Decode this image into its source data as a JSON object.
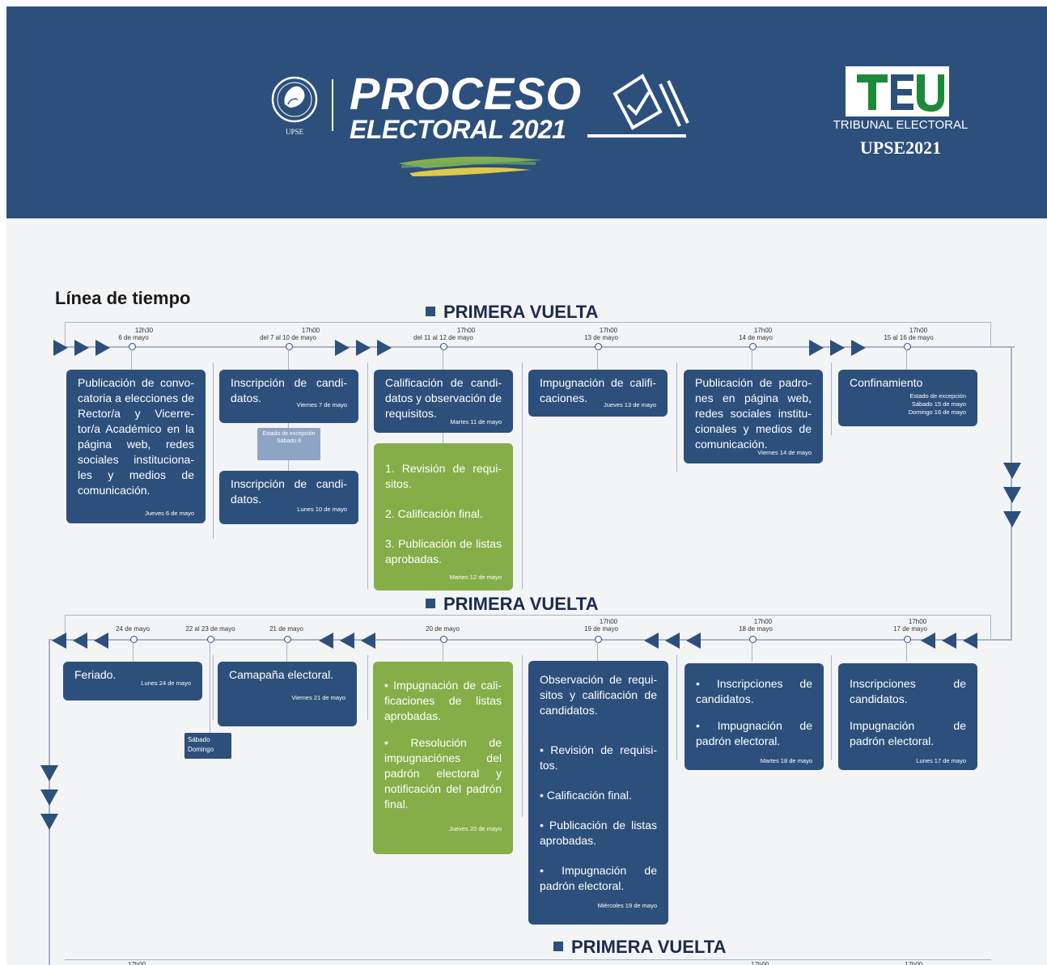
{
  "header": {
    "title_line1": "PROCESO",
    "title_line2": "ELECTORAL 2021",
    "seal_text": "UPSE",
    "tribunal_name": "TRIBUNAL ELECTORAL",
    "tribunal_year": "UPSE2021",
    "colors": {
      "background": "#2d4f7b",
      "green": "#85ae48",
      "yellow": "#e2c84a"
    }
  },
  "timeline": {
    "title": "Línea de tiempo",
    "phase1_label": "PRIMERA VUELTA",
    "phase2_label": "PRIMERA VUELTA",
    "phase3_label": "PRIMERA VUELTA",
    "row1": [
      {
        "time": "12h30",
        "date": "6 de mayo",
        "text": "Publicación de convo-catoria a elecciones de Rector/a y Vicerre-tor/a Académico en la página web, redes sociales instituciona-les y medios de comunicación.",
        "footer": "Jueves 6 de mayo"
      },
      {
        "time": "17h00",
        "date": "del 7 al 10 de mayo",
        "text": "Inscripción de candi-datos.",
        "footer": "Viernes 7 de mayo",
        "exception": "Estado de excepción Sábado 8",
        "text2": "Inscripción de candi-datos.",
        "footer2": "Lunes 10 de mayo"
      },
      {
        "time": "17h00",
        "date": "del 11 al 12 de mayo",
        "text": "Calificación de candi-datos y observación de requisitos.",
        "footer": "Martes 11 de mayo",
        "items": [
          "1. Revisión de requi-sitos.",
          "2. Calificación final.",
          "3. Publicación de listas aprobadas."
        ],
        "footer2": "Martes 12 de mayo"
      },
      {
        "time": "17h00",
        "date": "13 de mayo",
        "text": "Impugnación de califi-caciones.",
        "footer": "Jueves 13 de mayo"
      },
      {
        "time": "17h00",
        "date": "14 de mayo",
        "text": "Publicación de padro-nes en página web, redes sociales institu-cionales y medios de comunicación.",
        "footer": "Viernes 14 de mayo"
      },
      {
        "time": "17h00",
        "date": "15 al 16 de mayo",
        "text": "Confinamiento",
        "footer": "Estado de excepción\nSábado 15 de mayo\nDomingo 16 de mayo"
      }
    ],
    "row2": [
      {
        "date": "24 de mayo",
        "text": "Feriado.",
        "footer": "Lunes 24 de mayo"
      },
      {
        "date": "22 al 23 de mayo",
        "text": "Sábado Domingo"
      },
      {
        "date": "21 de mayo",
        "text": "Camapaña electoral.",
        "footer": "Viernes 21 de mayo"
      },
      {
        "date": "20 de mayo",
        "items": [
          "Impugnación de cali-ficaciones de listas aprobadas.",
          "Resolución de impugnaciónes del padrón electoral y notificación del padrón final."
        ],
        "footer": "Jueves 20 de mayo"
      },
      {
        "time": "17h00",
        "date": "19 de mayo",
        "text": "Observación de requi-sitos y calificación de candidatos.",
        "items": [
          "Revisión de requisi-tos.",
          "Calificación final.",
          "Publicación de listas aprobadas.",
          "Impugnación de padrón electoral."
        ],
        "footer": "Miércoles 19 de mayo"
      },
      {
        "time": "17h00",
        "date": "18 de mayo",
        "items": [
          "Inscripciones de candidatos.",
          "Impugnación de padrón electoral."
        ],
        "footer": "Martes 18 de mayo"
      },
      {
        "time": "17h00",
        "date": "17 de mayo",
        "items": [
          "Inscripciones de candidatos.",
          "Impugnación de padrón electoral."
        ],
        "footer": "Lunes 17 de mayo"
      }
    ],
    "row3": [
      {
        "time": "17h00"
      },
      {
        "time": "17h00"
      },
      {
        "time": "17h00"
      }
    ]
  }
}
